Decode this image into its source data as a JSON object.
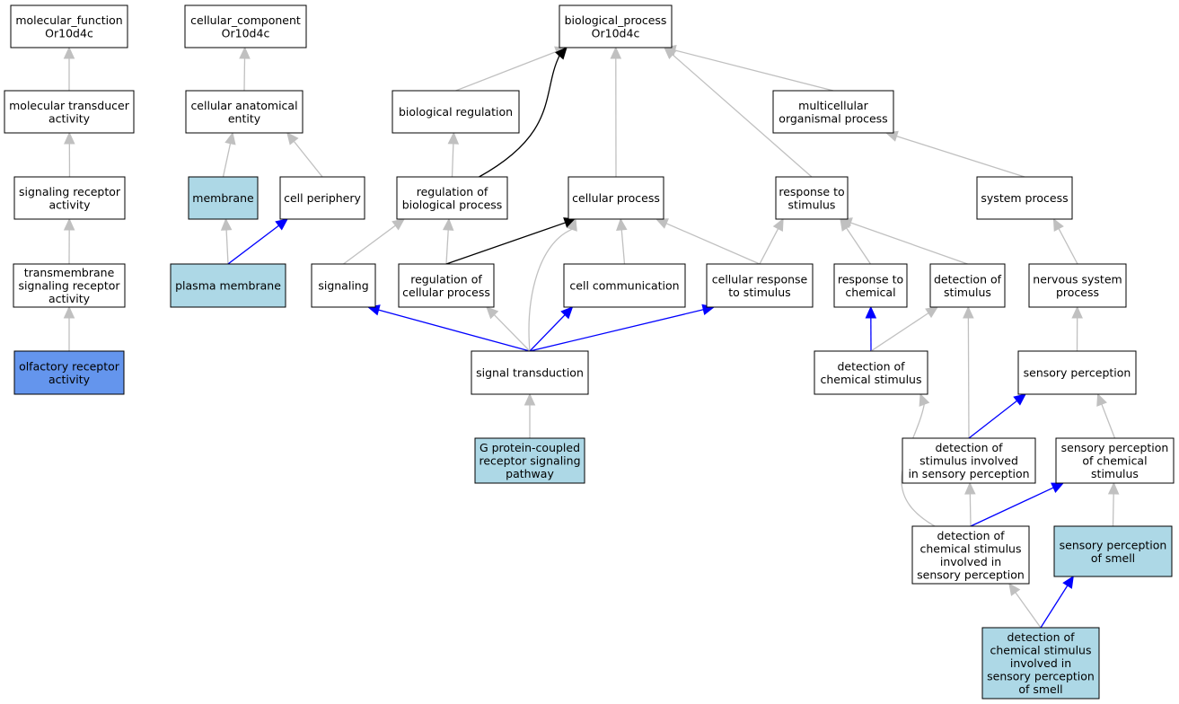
{
  "colors": {
    "default_fill": "#ffffff",
    "annotated_fill": "#add8e6",
    "focus_fill": "#6495ed",
    "edge_is_a": "#c0c0c0",
    "edge_part_of": "#0000ff",
    "edge_regulates": "#000000"
  },
  "nodes": [
    {
      "id": "molecular_function",
      "lines": [
        "molecular_function",
        "Or10d4c"
      ],
      "fill": "default"
    },
    {
      "id": "cellular_component",
      "lines": [
        "cellular_component",
        "Or10d4c"
      ],
      "fill": "default"
    },
    {
      "id": "biological_process",
      "lines": [
        "biological_process",
        "Or10d4c"
      ],
      "fill": "default"
    },
    {
      "id": "molecular_transducer_activity",
      "lines": [
        "molecular transducer",
        "activity"
      ],
      "fill": "default"
    },
    {
      "id": "cellular_anatomical_entity",
      "lines": [
        "cellular anatomical",
        "entity"
      ],
      "fill": "default"
    },
    {
      "id": "biological_regulation",
      "lines": [
        "biological regulation"
      ],
      "fill": "default"
    },
    {
      "id": "multicellular_organismal_process",
      "lines": [
        "multicellular",
        "organismal process"
      ],
      "fill": "default"
    },
    {
      "id": "signaling_receptor_activity",
      "lines": [
        "signaling receptor",
        "activity"
      ],
      "fill": "default"
    },
    {
      "id": "membrane",
      "lines": [
        "membrane"
      ],
      "fill": "annotated"
    },
    {
      "id": "cell_periphery",
      "lines": [
        "cell periphery"
      ],
      "fill": "default"
    },
    {
      "id": "regulation_of_biological_process",
      "lines": [
        "regulation of",
        "biological process"
      ],
      "fill": "default"
    },
    {
      "id": "cellular_process",
      "lines": [
        "cellular process"
      ],
      "fill": "default"
    },
    {
      "id": "response_to_stimulus",
      "lines": [
        "response to",
        "stimulus"
      ],
      "fill": "default"
    },
    {
      "id": "system_process",
      "lines": [
        "system process"
      ],
      "fill": "default"
    },
    {
      "id": "transmembrane_signaling_receptor_activity",
      "lines": [
        "transmembrane",
        "signaling receptor",
        "activity"
      ],
      "fill": "default"
    },
    {
      "id": "plasma_membrane",
      "lines": [
        "plasma membrane"
      ],
      "fill": "annotated"
    },
    {
      "id": "signaling",
      "lines": [
        "signaling"
      ],
      "fill": "default"
    },
    {
      "id": "regulation_of_cellular_process",
      "lines": [
        "regulation of",
        "cellular process"
      ],
      "fill": "default"
    },
    {
      "id": "cell_communication",
      "lines": [
        "cell communication"
      ],
      "fill": "default"
    },
    {
      "id": "cellular_response_to_stimulus",
      "lines": [
        "cellular response",
        "to stimulus"
      ],
      "fill": "default"
    },
    {
      "id": "response_to_chemical",
      "lines": [
        "response to",
        "chemical"
      ],
      "fill": "default"
    },
    {
      "id": "detection_of_stimulus",
      "lines": [
        "detection of",
        "stimulus"
      ],
      "fill": "default"
    },
    {
      "id": "nervous_system_process",
      "lines": [
        "nervous system",
        "process"
      ],
      "fill": "default"
    },
    {
      "id": "olfactory_receptor_activity",
      "lines": [
        "olfactory receptor",
        "activity"
      ],
      "fill": "focus"
    },
    {
      "id": "signal_transduction",
      "lines": [
        "signal transduction"
      ],
      "fill": "default"
    },
    {
      "id": "detection_of_chemical_stimulus",
      "lines": [
        "detection of",
        "chemical stimulus"
      ],
      "fill": "default"
    },
    {
      "id": "sensory_perception",
      "lines": [
        "sensory perception"
      ],
      "fill": "default"
    },
    {
      "id": "gpcr_signaling_pathway",
      "lines": [
        "G protein-coupled",
        "receptor signaling",
        "pathway"
      ],
      "fill": "annotated"
    },
    {
      "id": "detection_of_stimulus_sensory",
      "lines": [
        "detection of",
        "stimulus involved",
        "in sensory perception"
      ],
      "fill": "default"
    },
    {
      "id": "sensory_perception_of_chemical_stimulus",
      "lines": [
        "sensory perception",
        "of chemical",
        "stimulus"
      ],
      "fill": "default"
    },
    {
      "id": "detection_of_chemical_stimulus_sensory",
      "lines": [
        "detection of",
        "chemical stimulus",
        "involved in",
        "sensory perception"
      ],
      "fill": "default"
    },
    {
      "id": "sensory_perception_of_smell",
      "lines": [
        "sensory perception",
        "of smell"
      ],
      "fill": "annotated"
    },
    {
      "id": "detection_of_chemical_stimulus_smell",
      "lines": [
        "detection of",
        "chemical stimulus",
        "involved in",
        "sensory perception",
        "of smell"
      ],
      "fill": "annotated"
    }
  ],
  "edges": [
    {
      "from": "molecular_transducer_activity",
      "to": "molecular_function",
      "type": "is_a"
    },
    {
      "from": "signaling_receptor_activity",
      "to": "molecular_transducer_activity",
      "type": "is_a"
    },
    {
      "from": "transmembrane_signaling_receptor_activity",
      "to": "signaling_receptor_activity",
      "type": "is_a"
    },
    {
      "from": "olfactory_receptor_activity",
      "to": "transmembrane_signaling_receptor_activity",
      "type": "is_a"
    },
    {
      "from": "cellular_anatomical_entity",
      "to": "cellular_component",
      "type": "is_a"
    },
    {
      "from": "membrane",
      "to": "cellular_anatomical_entity",
      "type": "is_a"
    },
    {
      "from": "cell_periphery",
      "to": "cellular_anatomical_entity",
      "type": "is_a"
    },
    {
      "from": "plasma_membrane",
      "to": "membrane",
      "type": "is_a"
    },
    {
      "from": "plasma_membrane",
      "to": "cell_periphery",
      "type": "part_of"
    },
    {
      "from": "biological_regulation",
      "to": "biological_process",
      "type": "is_a"
    },
    {
      "from": "regulation_of_biological_process",
      "to": "biological_regulation",
      "type": "is_a"
    },
    {
      "from": "regulation_of_biological_process",
      "to": "biological_process",
      "type": "regulates"
    },
    {
      "from": "cellular_process",
      "to": "biological_process",
      "type": "is_a"
    },
    {
      "from": "response_to_stimulus",
      "to": "biological_process",
      "type": "is_a"
    },
    {
      "from": "multicellular_organismal_process",
      "to": "biological_process",
      "type": "is_a"
    },
    {
      "from": "system_process",
      "to": "multicellular_organismal_process",
      "type": "is_a"
    },
    {
      "from": "signaling",
      "to": "regulation_of_biological_process",
      "type": "is_a"
    },
    {
      "from": "regulation_of_cellular_process",
      "to": "regulation_of_biological_process",
      "type": "is_a"
    },
    {
      "from": "regulation_of_cellular_process",
      "to": "cellular_process",
      "type": "regulates"
    },
    {
      "from": "cell_communication",
      "to": "cellular_process",
      "type": "is_a"
    },
    {
      "from": "cellular_response_to_stimulus",
      "to": "cellular_process",
      "type": "is_a"
    },
    {
      "from": "cellular_response_to_stimulus",
      "to": "response_to_stimulus",
      "type": "is_a"
    },
    {
      "from": "response_to_chemical",
      "to": "response_to_stimulus",
      "type": "is_a"
    },
    {
      "from": "detection_of_stimulus",
      "to": "response_to_stimulus",
      "type": "is_a"
    },
    {
      "from": "nervous_system_process",
      "to": "system_process",
      "type": "is_a"
    },
    {
      "from": "signal_transduction",
      "to": "signaling",
      "type": "part_of"
    },
    {
      "from": "signal_transduction",
      "to": "regulation_of_cellular_process",
      "type": "is_a"
    },
    {
      "from": "signal_transduction",
      "to": "cellular_process",
      "type": "is_a"
    },
    {
      "from": "signal_transduction",
      "to": "cell_communication",
      "type": "part_of"
    },
    {
      "from": "signal_transduction",
      "to": "cellular_response_to_stimulus",
      "type": "part_of"
    },
    {
      "from": "gpcr_signaling_pathway",
      "to": "signal_transduction",
      "type": "is_a"
    },
    {
      "from": "detection_of_chemical_stimulus",
      "to": "response_to_chemical",
      "type": "part_of"
    },
    {
      "from": "detection_of_chemical_stimulus",
      "to": "detection_of_stimulus",
      "type": "is_a"
    },
    {
      "from": "sensory_perception",
      "to": "nervous_system_process",
      "type": "is_a"
    },
    {
      "from": "detection_of_stimulus_sensory",
      "to": "detection_of_stimulus",
      "type": "is_a"
    },
    {
      "from": "detection_of_stimulus_sensory",
      "to": "sensory_perception",
      "type": "part_of"
    },
    {
      "from": "sensory_perception_of_chemical_stimulus",
      "to": "sensory_perception",
      "type": "is_a"
    },
    {
      "from": "detection_of_chemical_stimulus_sensory",
      "to": "detection_of_chemical_stimulus",
      "type": "is_a"
    },
    {
      "from": "detection_of_chemical_stimulus_sensory",
      "to": "detection_of_stimulus_sensory",
      "type": "is_a"
    },
    {
      "from": "detection_of_chemical_stimulus_sensory",
      "to": "sensory_perception_of_chemical_stimulus",
      "type": "part_of"
    },
    {
      "from": "sensory_perception_of_smell",
      "to": "sensory_perception_of_chemical_stimulus",
      "type": "is_a"
    },
    {
      "from": "detection_of_chemical_stimulus_smell",
      "to": "detection_of_chemical_stimulus_sensory",
      "type": "is_a"
    },
    {
      "from": "detection_of_chemical_stimulus_smell",
      "to": "sensory_perception_of_smell",
      "type": "part_of"
    }
  ]
}
